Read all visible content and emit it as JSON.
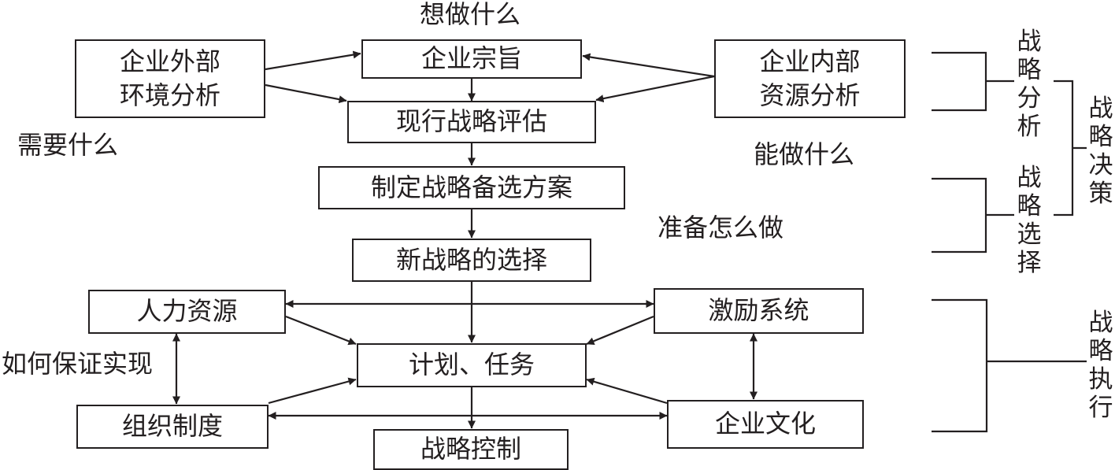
{
  "nodes": {
    "external_env": "企业外部\n环境分析",
    "mission": "企业宗旨",
    "internal_res": "企业内部\n资源分析",
    "current_eval": "现行战略评估",
    "alternatives": "制定战略备选方案",
    "new_choice": "新战略的选择",
    "human_res": "人力资源",
    "incentive": "激励系统",
    "plan_task": "计划、任务",
    "org_system": "组织制度",
    "culture": "企业文化",
    "control": "战略控制"
  },
  "labels": {
    "want": "想做什么",
    "need": "需要什么",
    "can": "能做什么",
    "prepare": "准备怎么做",
    "ensure": "如何保证实现"
  },
  "phases": {
    "analysis": "战\n略\n分\n析",
    "selection": "战\n略\n选\n择",
    "decision": "战\n略\n决\n策",
    "execution": "战\n略\n执\n行"
  },
  "colors": {
    "ink": "#231f20",
    "background": "#ffffff"
  }
}
